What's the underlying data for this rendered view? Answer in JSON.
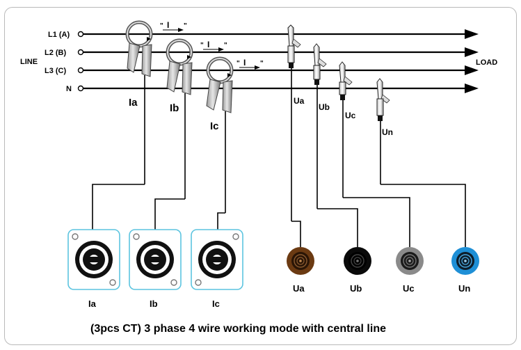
{
  "line_label": "LINE",
  "load_label": "LOAD",
  "lines": [
    {
      "label": "L1 (A)"
    },
    {
      "label": "L2 (B)"
    },
    {
      "label": "L3 (C)"
    },
    {
      "label": "N"
    }
  ],
  "current_arrow_label": "I",
  "clamps": [
    {
      "label": "Ia"
    },
    {
      "label": "Ib"
    },
    {
      "label": "Ic"
    }
  ],
  "voltage_probes": [
    {
      "label": "Ua"
    },
    {
      "label": "Ub"
    },
    {
      "label": "Uc"
    },
    {
      "label": "Un"
    }
  ],
  "ct_inputs": [
    {
      "label": "Ia"
    },
    {
      "label": "Ib"
    },
    {
      "label": "Ic"
    }
  ],
  "voltage_jacks": [
    {
      "label": "Ua",
      "color": "#6b3a12"
    },
    {
      "label": "Ub",
      "color": "#0a0a0a"
    },
    {
      "label": "Uc",
      "color": "#8a8a8a"
    },
    {
      "label": "Un",
      "color": "#1e8fd6"
    }
  ],
  "connector_border_color": "#5cc4df",
  "caption": "(3pcs CT)  3 phase 4 wire working mode with central line"
}
